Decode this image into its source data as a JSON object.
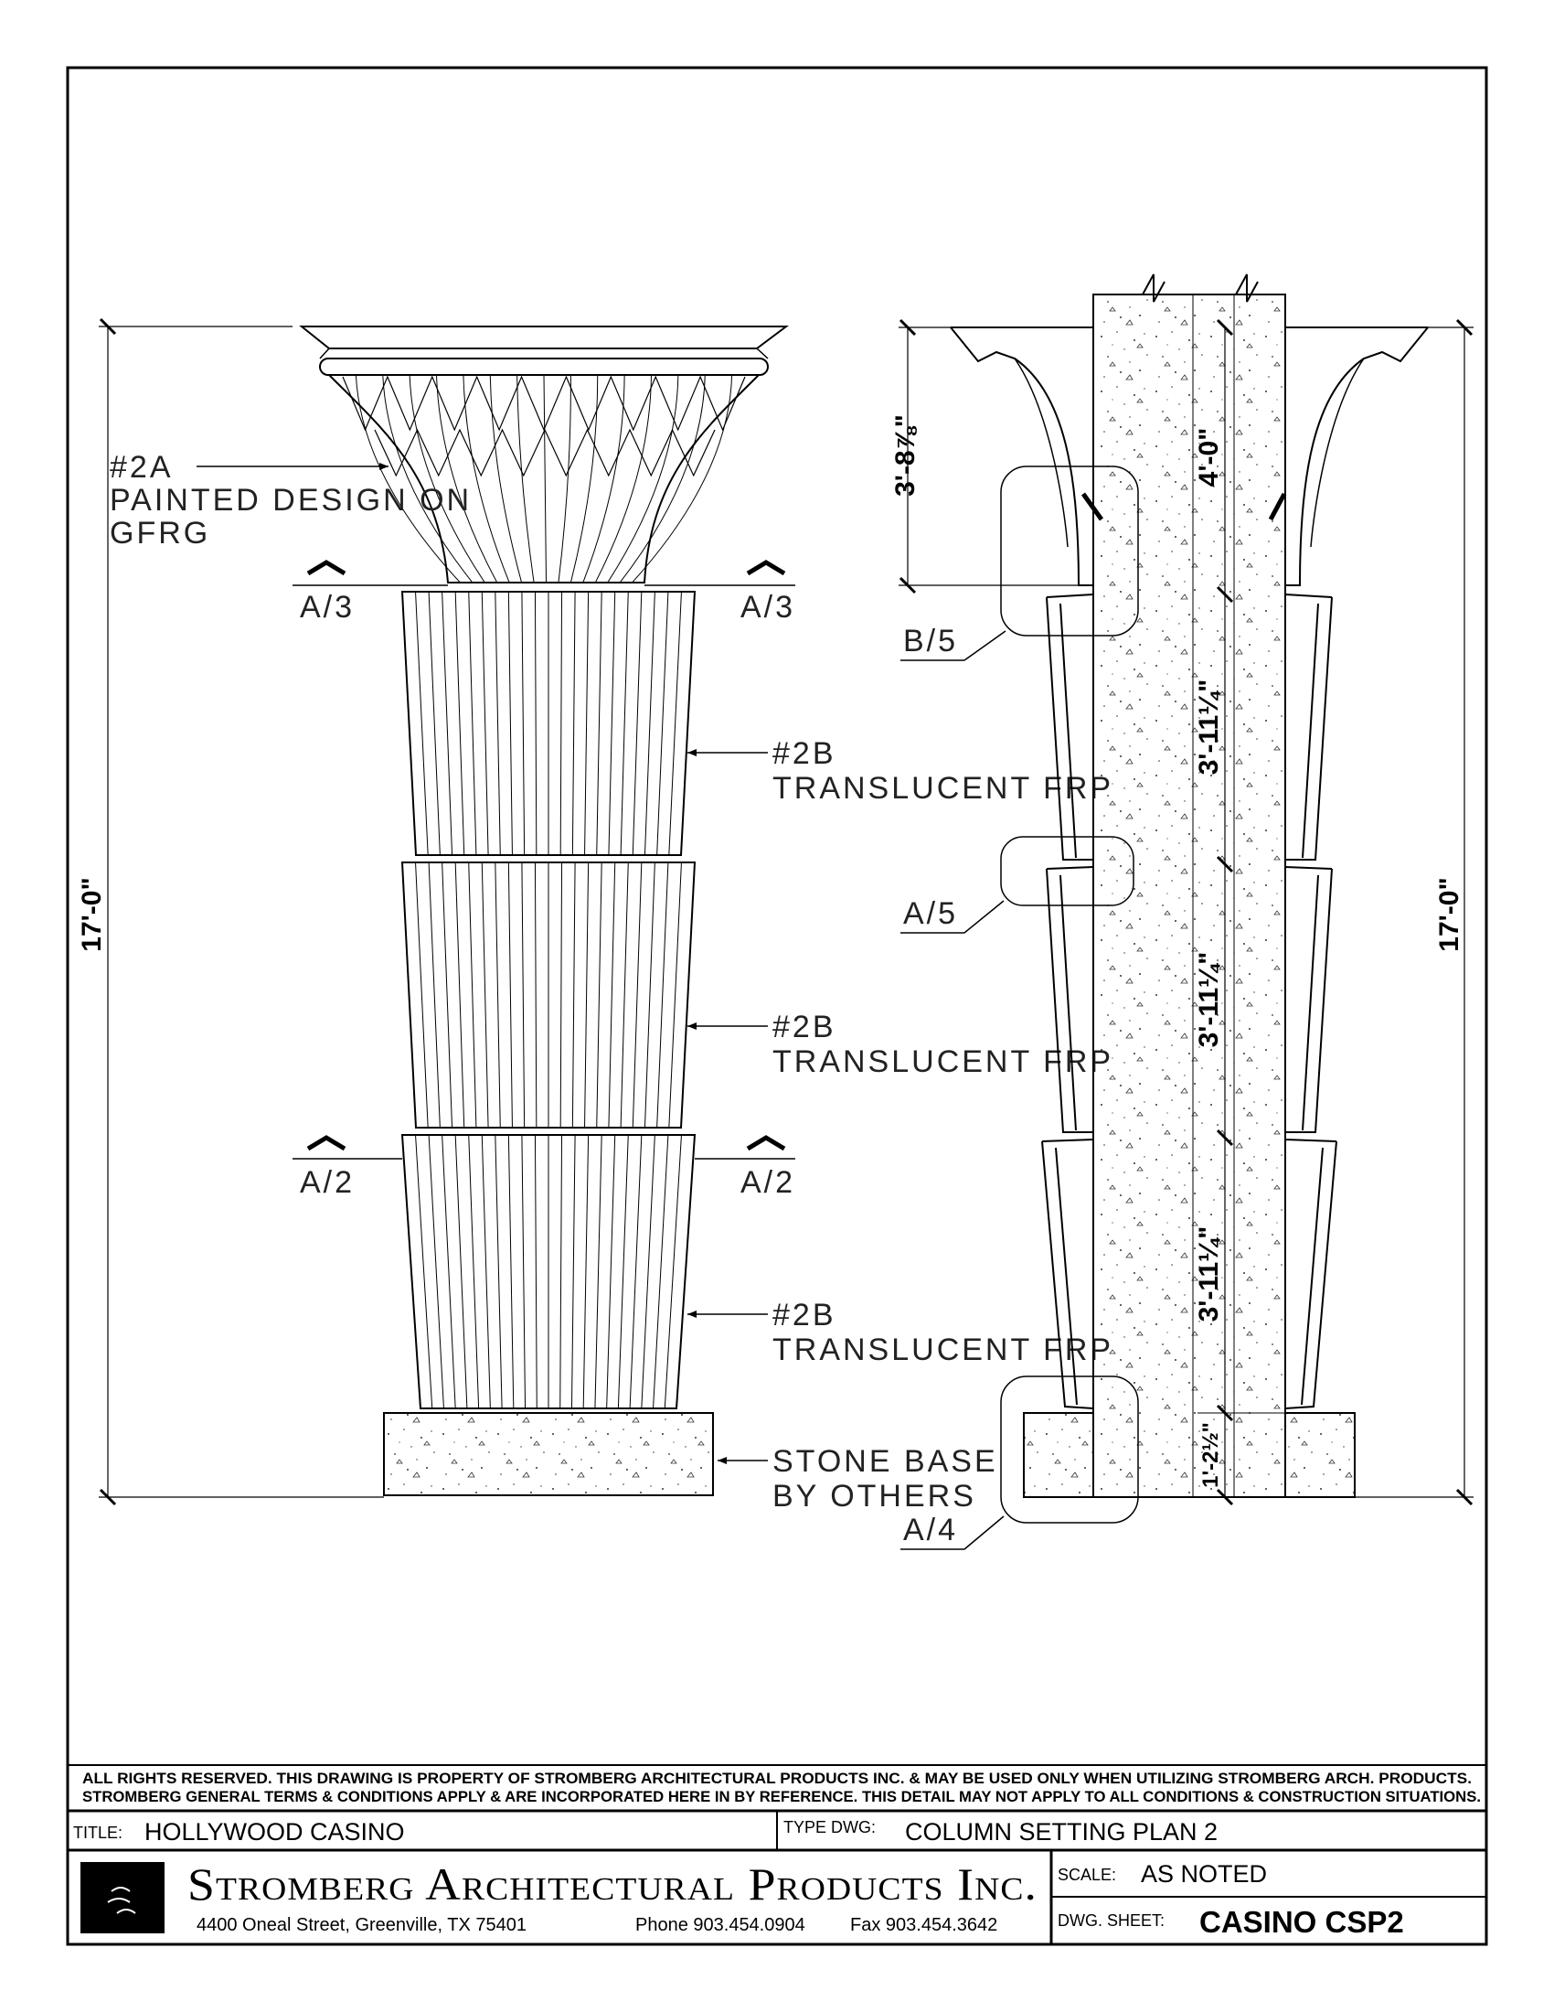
{
  "labels": {
    "painted": [
      "#2A",
      "PAINTED DESIGN ON",
      "GFRG"
    ],
    "frp": [
      "#2B",
      "TRANSLUCENT FRP"
    ],
    "stone": [
      "STONE BASE",
      "BY OTHERS"
    ],
    "sections": {
      "a3": "A/3",
      "a2": "A/2",
      "b5": "B/5",
      "a5": "A/5",
      "a4": "A/4"
    }
  },
  "dimensions": {
    "overall": "17'-0\"",
    "capital_left": "3'-8⅞\"",
    "capital_right": "4'-0\"",
    "shaft_top": "3'-11¼\"",
    "shaft_mid": "3'-11¼\"",
    "shaft_bottom": "3'-11¼\"",
    "base": "1'-2½\""
  },
  "title_block": {
    "notice_line1": "ALL RIGHTS RESERVED. THIS DRAWING IS PROPERTY OF STROMBERG ARCHITECTURAL PRODUCTS INC. & MAY BE USED ONLY WHEN UTILIZING STROMBERG ARCH. PRODUCTS.",
    "notice_line2": "STROMBERG GENERAL TERMS & CONDITIONS APPLY & ARE INCORPORATED HERE IN BY REFERENCE. THIS DETAIL MAY NOT APPLY TO ALL CONDITIONS & CONSTRUCTION SITUATIONS.",
    "title_label": "TITLE:",
    "title_value": "HOLLYWOOD CASINO",
    "type_label": "TYPE DWG:",
    "type_value": "COLUMN SETTING PLAN 2",
    "company": "Stromberg Architectural Products Inc.",
    "address": "4400 Oneal Street, Greenville, TX  75401",
    "phone": "Phone 903.454.0904",
    "fax": "Fax 903.454.3642",
    "scale_label": "SCALE:",
    "scale_value": "AS NOTED",
    "sheet_label": "DWG. SHEET:",
    "sheet_value": "CASINO CSP2"
  },
  "colors": {
    "line": "#000000",
    "paper": "#ffffff"
  }
}
